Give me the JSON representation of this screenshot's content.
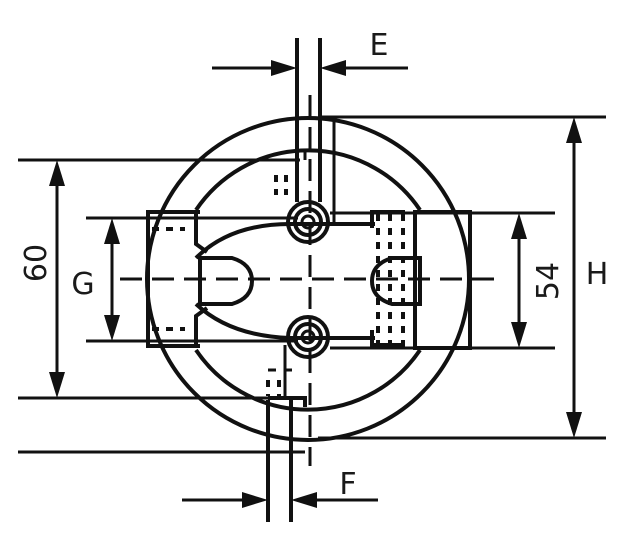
{
  "labels": {
    "e": "E",
    "f": "F",
    "g": "G",
    "h": "H",
    "d60": "60",
    "d54": "54"
  },
  "colors": {
    "line": "#111111",
    "background": "#ffffff"
  }
}
